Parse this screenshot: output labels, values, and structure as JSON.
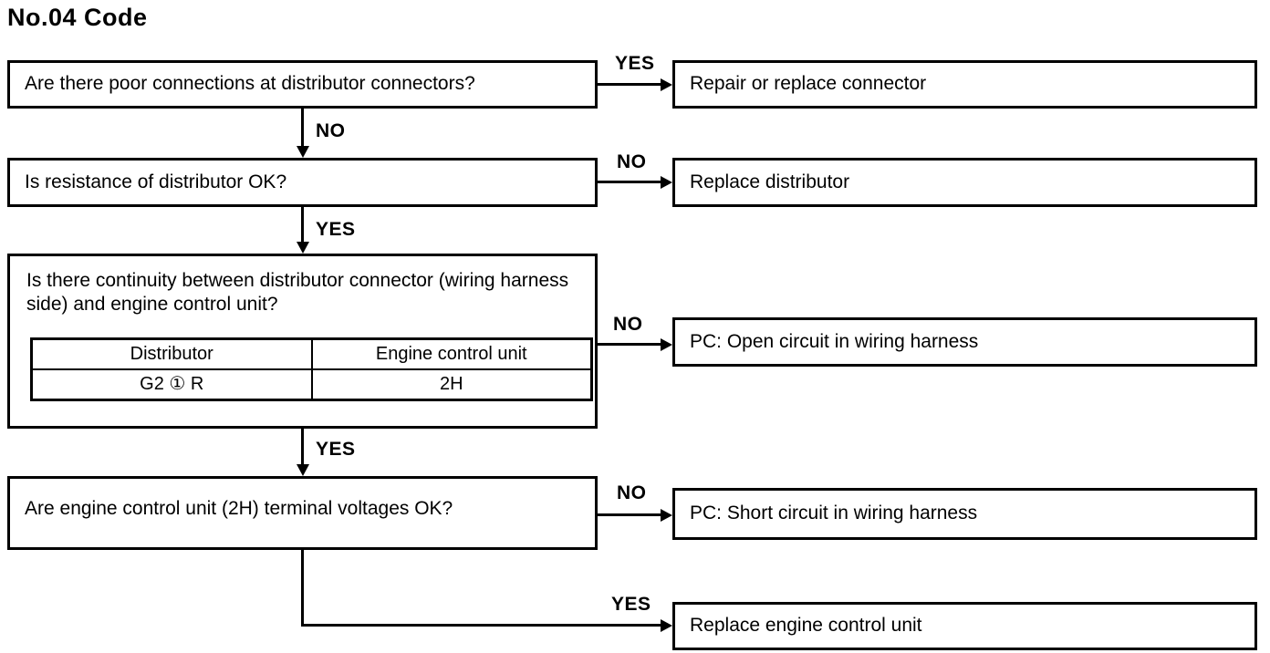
{
  "title": "No.04 Code",
  "colors": {
    "ink": "#000000",
    "paper": "#ffffff"
  },
  "flowchart": {
    "questions": [
      {
        "id": "q1",
        "text": "Are there poor connections at distributor connectors?"
      },
      {
        "id": "q2",
        "text": "Is resistance of distributor OK?"
      },
      {
        "id": "q3",
        "text": "Is there continuity between distributor connector (wiring harness side) and engine control unit?",
        "table": {
          "headers": [
            "Distributor",
            "Engine control unit"
          ],
          "rows": [
            [
              "G2 ① R",
              "2H"
            ]
          ]
        }
      },
      {
        "id": "q4",
        "text": "Are engine control unit (2H) terminal voltages OK?"
      }
    ],
    "results": [
      {
        "id": "r1",
        "text": "Repair or replace connector"
      },
      {
        "id": "r2",
        "text": "Replace distributor"
      },
      {
        "id": "r3",
        "text": "PC: Open circuit in wiring harness"
      },
      {
        "id": "r4",
        "text": "PC: Short circuit in wiring harness"
      },
      {
        "id": "r5",
        "text": "Replace engine control unit"
      }
    ],
    "edges": {
      "q1_r1": "YES",
      "q1_q2": "NO",
      "q2_r2": "NO",
      "q2_q3": "YES",
      "q3_r3": "NO",
      "q3_q4": "YES",
      "q4_r4": "NO",
      "q4_r5": "YES"
    }
  }
}
